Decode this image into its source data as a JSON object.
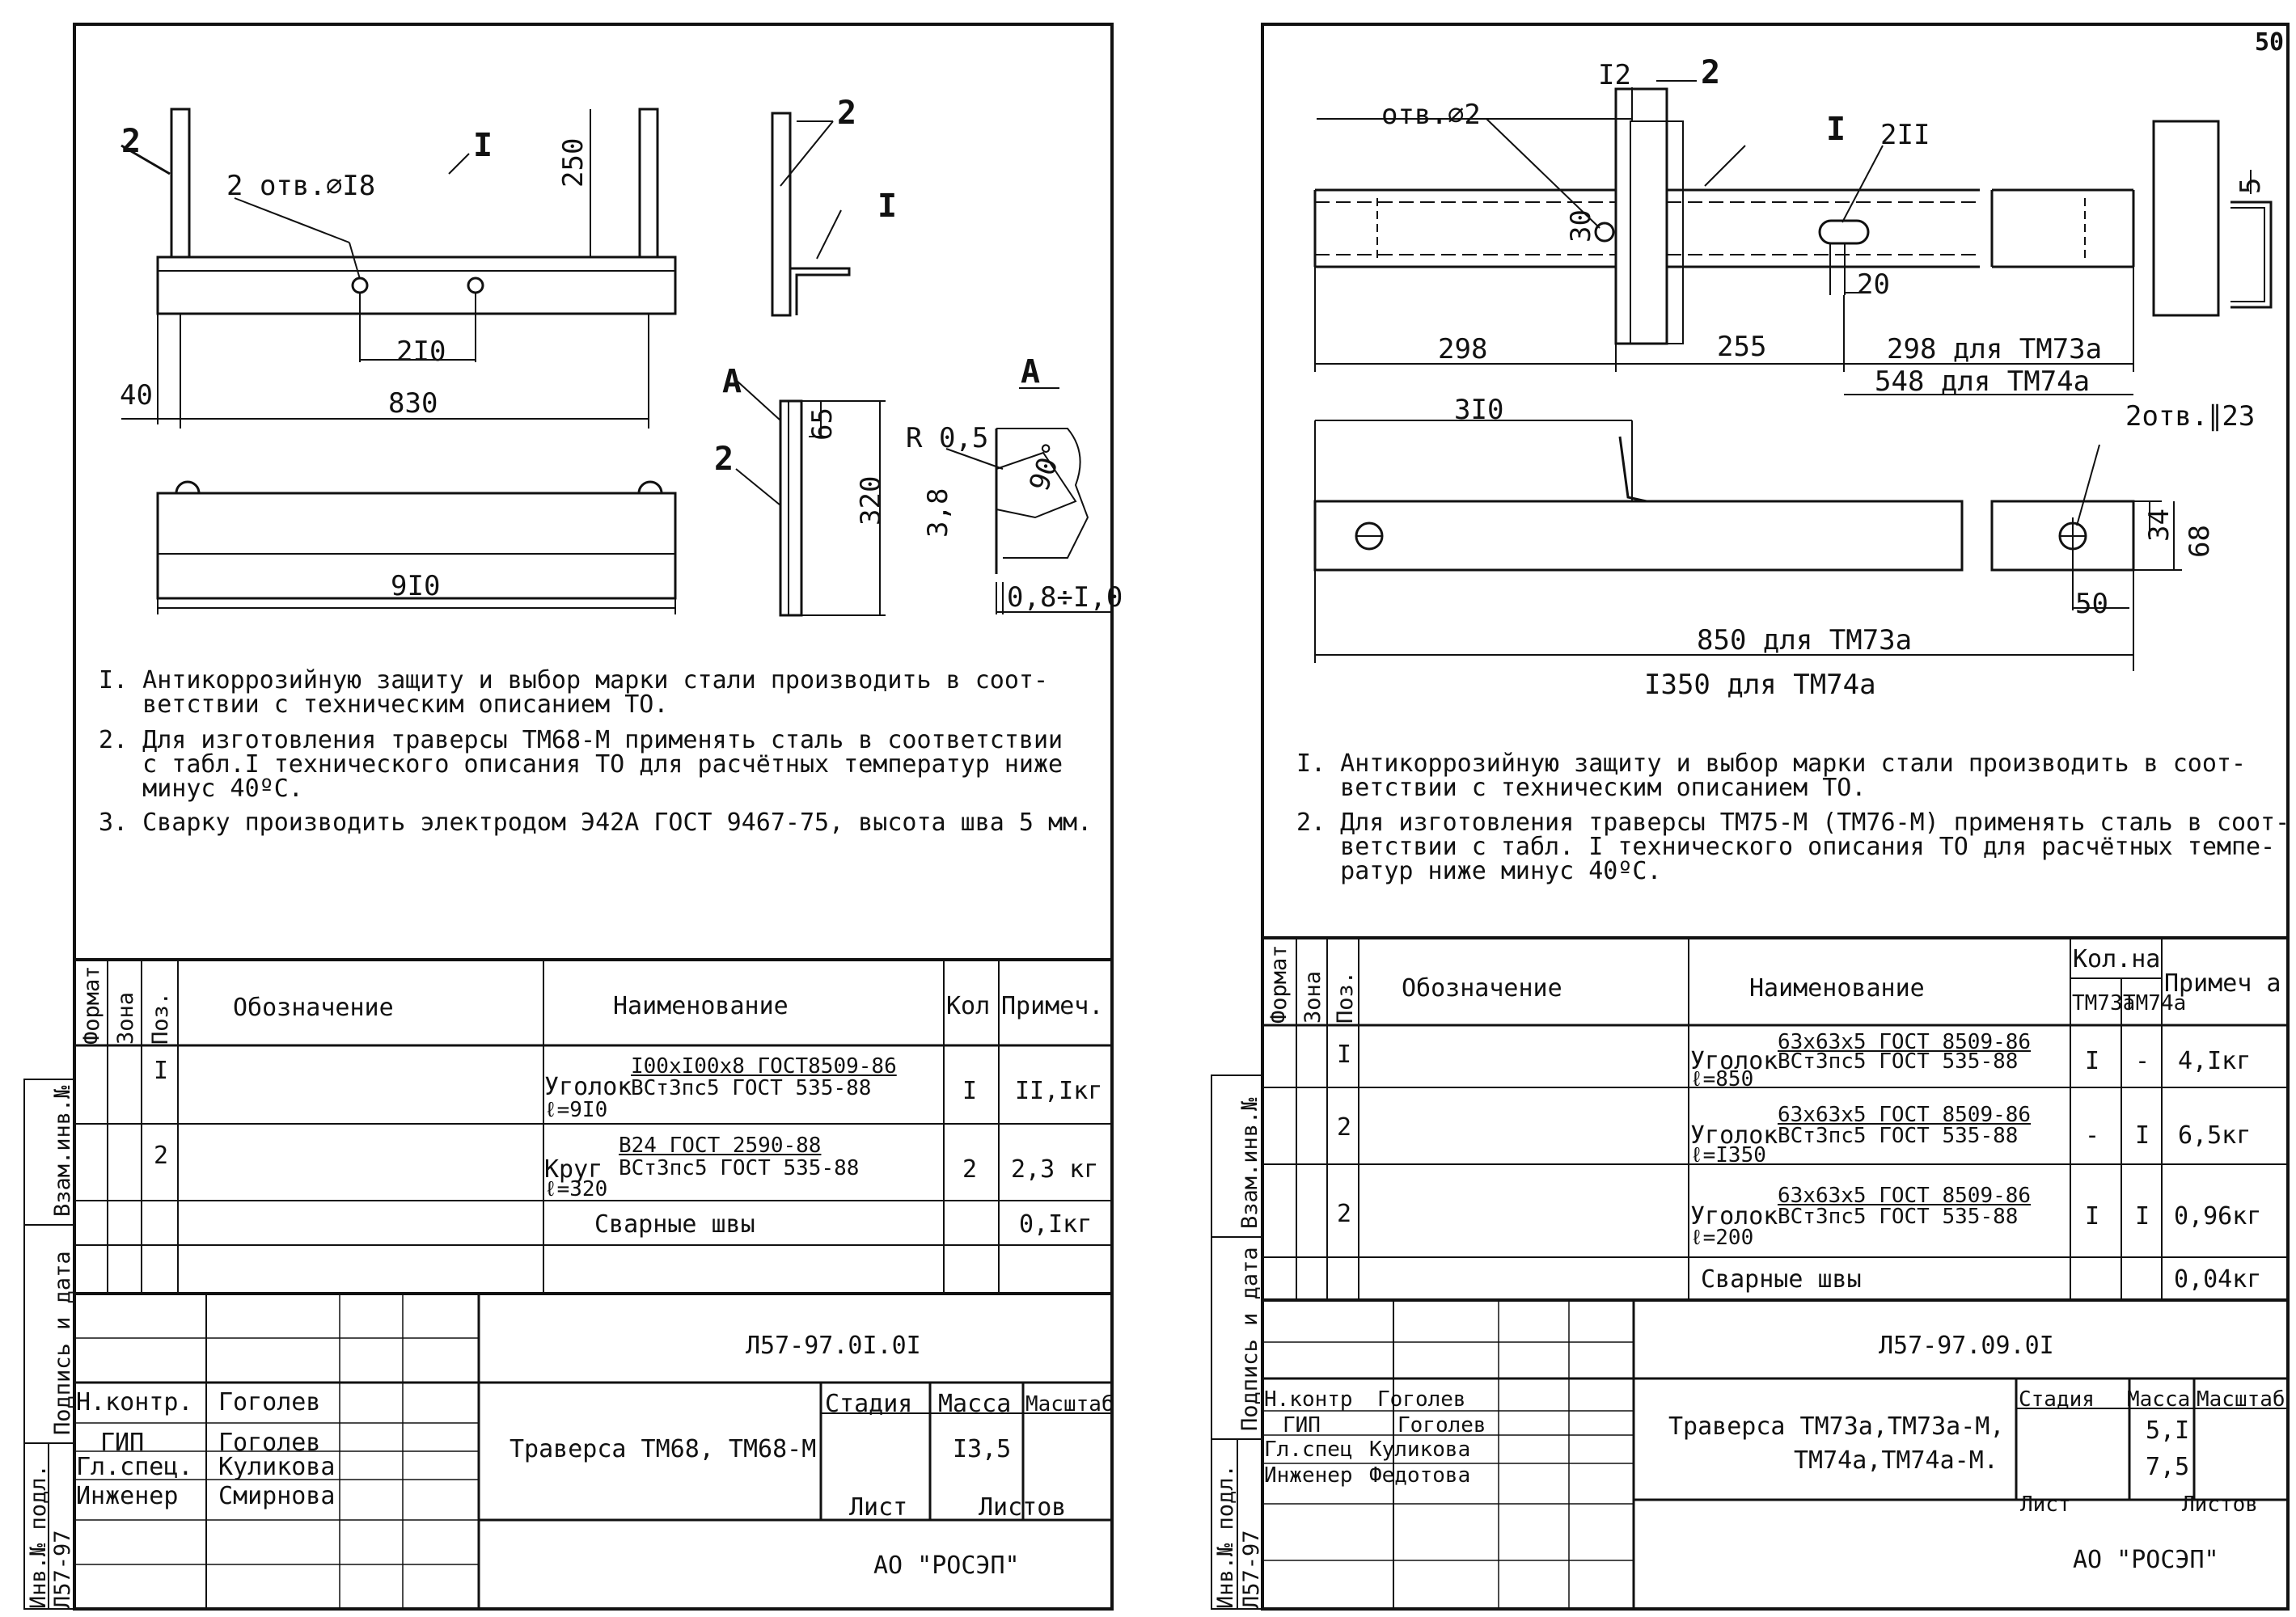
{
  "page_number": "50",
  "left": {
    "drawing": {
      "pos1": "I",
      "pos2": "2",
      "holes": "2 отв.∅I8",
      "dim_250": "250",
      "dim_210": "2I0",
      "dim_40": "40",
      "dim_830": "830",
      "dim_910": "9I0",
      "dim_65": "65",
      "dim_320": "320",
      "view_a": "A",
      "radius": "R 0,5",
      "dim_38": "3,8",
      "angle": "90°",
      "gap": "0,8÷I,0"
    },
    "notes": [
      "I. Антикоррозийную защиту и выбор марки стали производить в соот-\n   ветствии с техническим описанием ТО.",
      "2. Для изготовления траверсы ТМ68-М применять сталь в соответствии\n   с табл.I технического описания ТО для расчётных температур ниже\n   минус 40ºС.",
      "3. Сварку производить электродом Э42А ГОСТ 9467-75, высота шва 5 мм."
    ],
    "spec": {
      "headers": {
        "format": "Формат",
        "zone": "Зона",
        "pos": "Поз.",
        "designation": "Обозначение",
        "name": "Наименование",
        "qty": "Кол",
        "note": "Примеч."
      },
      "rows": [
        {
          "pos": "I",
          "name_pre": "Уголок",
          "name_top": "I00xI00x8 ГОСТ8509-86",
          "name_bot": "ВСт3пс5 ГОСТ 535-88",
          "length": "ℓ=9I0",
          "qty": "I",
          "note": "II,Iкг"
        },
        {
          "pos": "2",
          "name_pre": "Круг",
          "name_top": "В24 ГОСТ 2590-88",
          "name_bot": "ВСт3пс5 ГОСТ 535-88",
          "length": "ℓ=320",
          "qty": "2",
          "note": "2,3 кг"
        },
        {
          "pos": "",
          "name_pre": "",
          "name_top": "Сварные швы",
          "name_bot": "",
          "length": "",
          "qty": "",
          "note": "0,Iкг"
        }
      ]
    },
    "stamp": {
      "doc_code": "Л57-97.0I.0I",
      "roles": [
        "Н.контр.",
        "ГИП",
        "Гл.спец.",
        "Инженер"
      ],
      "names": [
        "Гоголев",
        "Гоголев",
        "Куликова",
        "Смирнова"
      ],
      "title": "Траверса ТМ68, ТМ68-М",
      "stage_label": "Стадия",
      "mass_label": "Масса",
      "scale_label": "Масштаб",
      "mass": "I3,5",
      "sheet_label": "Лист",
      "sheets_label": "Листов",
      "org": "АО \"РОСЭП\""
    },
    "side_stamp": {
      "inv_sub": "Инв.№ подл.",
      "sign_date": "Подпись и дата",
      "vzam_inv": "Взам.инв.№",
      "code": "Л57-97"
    }
  },
  "right": {
    "drawing": {
      "holes22": "отв.∅2",
      "pos12": "I2",
      "pos2": "2",
      "pos1": "I",
      "pos2ii": "2II",
      "dim_30": "30",
      "dim_20": "20",
      "dim_5": "5",
      "dim_298": "298",
      "dim_255": "255",
      "dim_298_tm73": "298 для ТМ73а",
      "dim_548_tm74": "548 для ТМ74а",
      "dim_310": "3I0",
      "holes23": "2отв.∥23",
      "dim_34": "34",
      "dim_68": "68",
      "dim_50": "50",
      "dim_850": "850 для ТМ73а",
      "dim_1350": "I350 для ТМ74а"
    },
    "notes": [
      "I. Антикоррозийную защиту и выбор марки стали производить в соот-\n   ветствии с техническим описанием ТО.",
      "2. Для изготовления траверсы ТМ75-М (ТМ76-М) применять сталь в соот-\n   ветствии с табл. I технического описания ТО для расчётных темпе-\n   ратур ниже минус 40ºС."
    ],
    "spec": {
      "headers": {
        "format": "Формат",
        "zone": "Зона",
        "pos": "Поз.",
        "designation": "Обозначение",
        "name": "Наименование",
        "qty": "Кол.на",
        "qty_a": "ТМ73а",
        "qty_b": "ТМ74а",
        "note": "Примеч а"
      },
      "rows": [
        {
          "pos": "I",
          "name_pre": "Уголок",
          "name_top": "63x63x5 ГОСТ 8509-86",
          "name_bot": "ВСт3пс5 ГОСТ 535-88",
          "length": "ℓ=850",
          "qty_a": "I",
          "qty_b": "-",
          "note": "4,Iкг"
        },
        {
          "pos": "2",
          "name_pre": "Уголок",
          "name_top": "63x63x5 ГОСТ 8509-86",
          "name_bot": "ВСт3пс5 ГОСТ 535-88",
          "length": "ℓ=I350",
          "qty_a": "-",
          "qty_b": "I",
          "note": "6,5кг"
        },
        {
          "pos": "2",
          "name_pre": "Уголок",
          "name_top": "63x63x5 ГОСТ 8509-86",
          "name_bot": "ВСт3пс5 ГОСТ 535-88",
          "length": "ℓ=200",
          "qty_a": "I",
          "qty_b": "I",
          "note": "0,96кг"
        },
        {
          "pos": "",
          "name_pre": "",
          "name_top": "Сварные швы",
          "name_bot": "",
          "length": "",
          "qty_a": "",
          "qty_b": "",
          "note": "0,04кг"
        }
      ]
    },
    "stamp": {
      "doc_code": "Л57-97.09.0I",
      "roles": [
        "Н.контр",
        "ГИП",
        "Гл.спец",
        "Инженер"
      ],
      "names": [
        "Гоголев",
        "Гоголев",
        "Куликова",
        "Федотова"
      ],
      "title_l1": "Траверса ТМ73а,ТМ73а-М,",
      "title_l2": "ТМ74а,ТМ74а-М.",
      "stage_label": "Стадия",
      "mass_label": "Масса",
      "scale_label": "Масштаб",
      "mass1": "5,I",
      "mass2": "7,5",
      "sheet_label": "Лист",
      "sheets_label": "Листов",
      "org": "АО \"РОСЭП\""
    },
    "side_stamp": {
      "inv_sub": "Инв.№ подл.",
      "sign_date": "Подпись и дата",
      "vzam_inv": "Взам.инв.№",
      "code": "Л57-97"
    }
  }
}
